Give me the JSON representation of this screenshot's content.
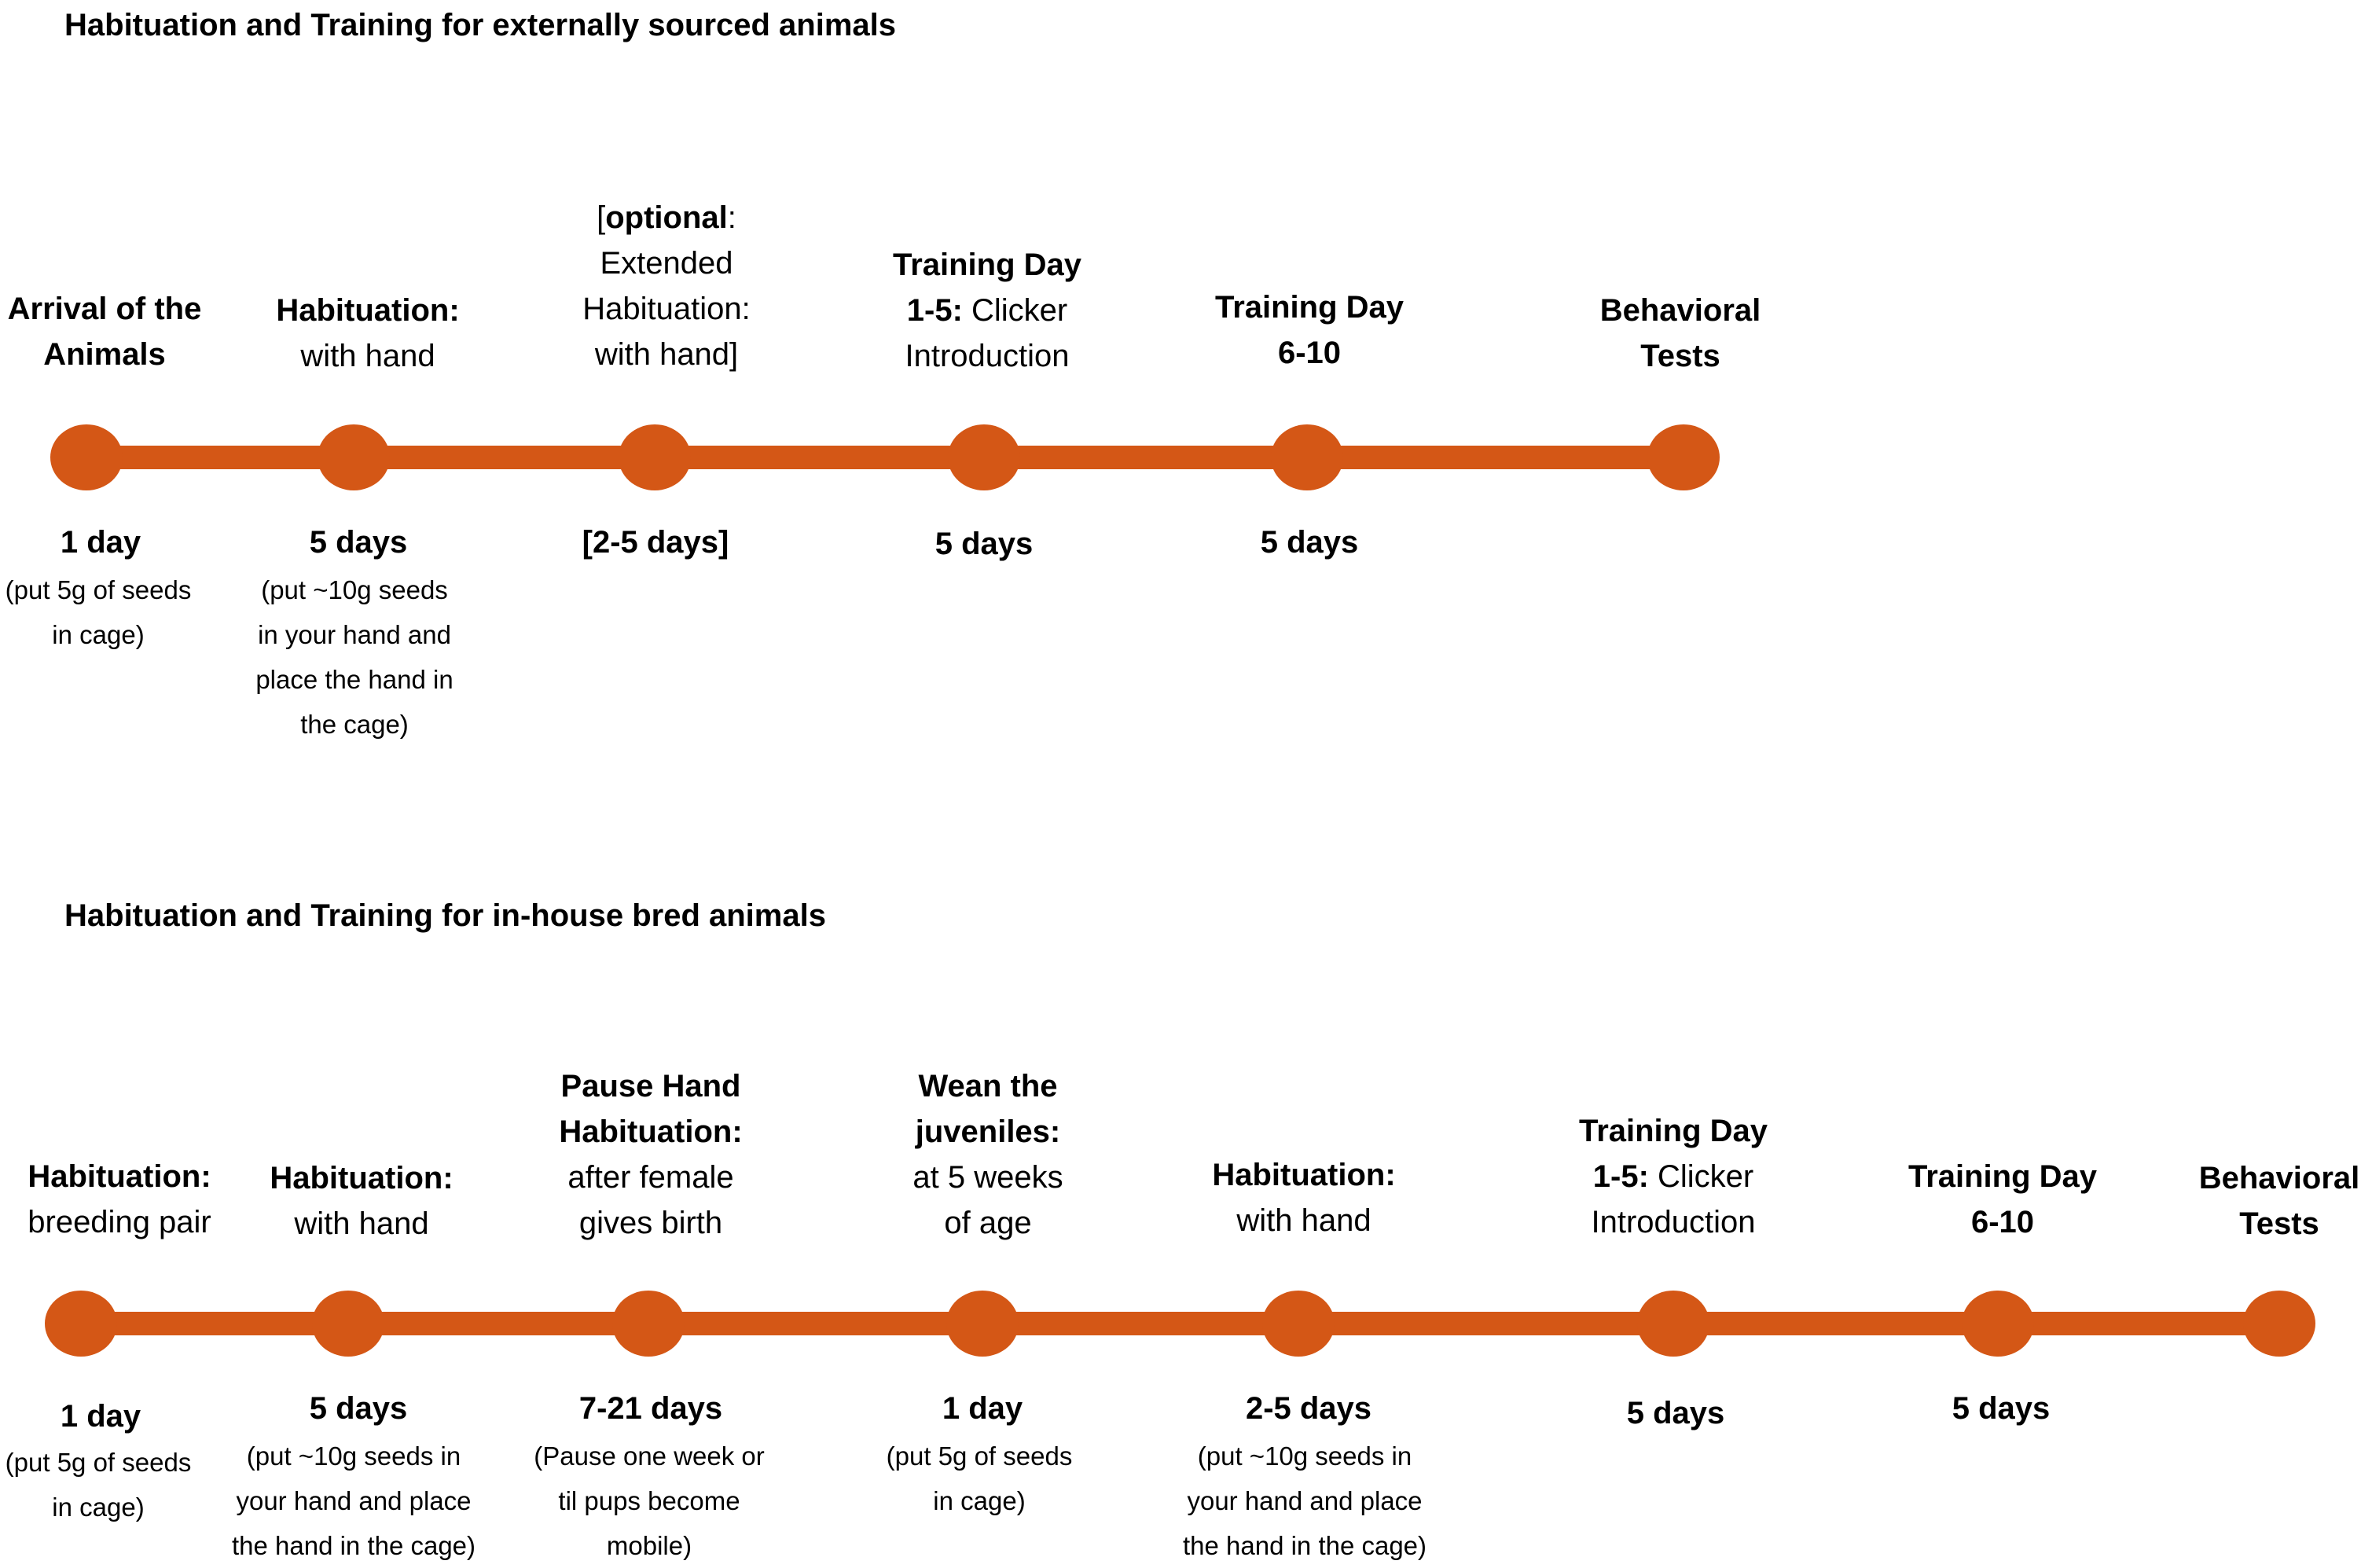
{
  "colors": {
    "accent": "#D45716"
  },
  "timeline1": {
    "heading": "Habituation and Training for externally sourced animals",
    "steps": [
      {
        "title_bold": "Arrival of the",
        "title_bold2": "Animals",
        "title": "",
        "duration": "1 day",
        "note1": "(put 5g of seeds",
        "note2": "in cage)",
        "note3": "",
        "note4": ""
      },
      {
        "title_bold": "Habituation:",
        "title": "with hand",
        "duration": "5 days",
        "note1": "(put ~10g seeds",
        "note2": "in your hand and",
        "note3": "place the hand in",
        "note4": "the cage)"
      },
      {
        "pre": "[",
        "title_bold": "optional",
        "post": ":",
        "line2": "Extended",
        "line3": "Habituation:",
        "line4": "with hand]",
        "duration": "[2-5 days]"
      },
      {
        "title_bold": "Training Day",
        "title_bold2": "1-5:",
        "title2": " Clicker",
        "title3": "Introduction",
        "duration": "5 days"
      },
      {
        "title_bold": "Training Day",
        "title_bold2": "6-10",
        "duration": "5 days"
      },
      {
        "title_bold": "Behavioral",
        "title_bold2": "Tests",
        "duration": ""
      }
    ]
  },
  "timeline2": {
    "heading": "Habituation and Training for in-house bred animals",
    "steps": [
      {
        "title_bold": "Habituation:",
        "title": "breeding pair",
        "duration": "1 day",
        "note1": "(put 5g of seeds",
        "note2": "in cage)",
        "note3": ""
      },
      {
        "title_bold": "Habituation:",
        "title": "with hand",
        "duration": "5 days",
        "note1": "(put ~10g seeds in",
        "note2": "your hand and place",
        "note3": "the hand in the cage)"
      },
      {
        "title_bold": "Pause Hand",
        "title_bold2": "Habituation:",
        "title": "after female",
        "title2": "gives birth",
        "duration": "7-21 days",
        "note1": "(Pause one week or",
        "note2": "til pups become",
        "note3": "mobile)"
      },
      {
        "title_bold": "Wean the",
        "title_bold2": "juveniles:",
        "title": "at 5 weeks",
        "title2": "of age",
        "duration": "1 day",
        "note1": "(put 5g of seeds",
        "note2": "in cage)",
        "note3": ""
      },
      {
        "title_bold": "Habituation:",
        "title": "with hand",
        "duration": "2-5 days",
        "note1": "(put ~10g seeds in",
        "note2": "your hand and place",
        "note3": "the hand in the cage)"
      },
      {
        "title_bold": "Training Day",
        "title_bold2": "1-5:",
        "title2": " Clicker",
        "title3": "Introduction",
        "duration": "5 days"
      },
      {
        "title_bold": "Training Day",
        "title_bold2": "6-10",
        "duration": "5 days"
      },
      {
        "title_bold": "Behavioral",
        "title_bold2": "Tests",
        "duration": ""
      }
    ]
  }
}
